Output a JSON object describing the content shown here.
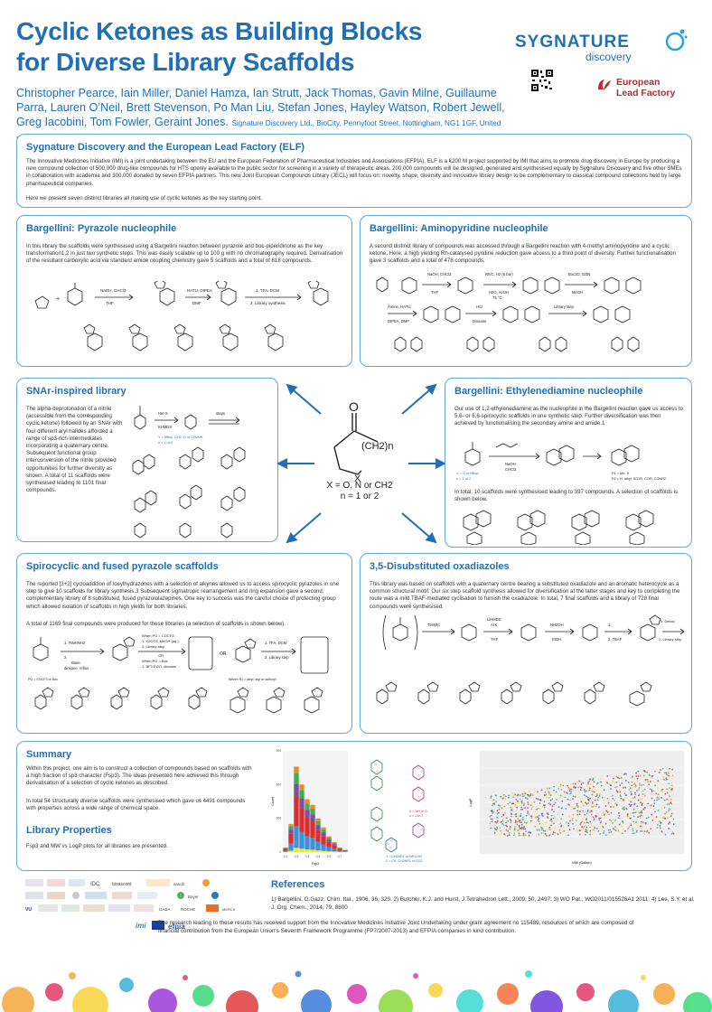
{
  "header": {
    "title_line1": "Cyclic Ketones as Building Blocks",
    "title_line2": "for Diverse Library Scaffolds",
    "authors": "Christopher Pearce, Iain Miller, Daniel Hamza, Ian Strutt, Jack Thomas, Gavin Milne, Guillaume Parra, Lauren O’Neil, Brett Stevenson, Po Man Liu, Stefan Jones, Hayley Watson, Robert Jewell, Greg Iacobini, Tom Fowler, Geraint Jones.",
    "affiliation": "Signature Discovery Ltd., BioCity, Pennyfoot Street, Nottingham, NG1 1GF, United Kingdom"
  },
  "logos": {
    "sygnature": "SYGNATURE",
    "sygnature_sub": "discovery",
    "elf_line1": "European",
    "elf_line2": "Lead Factory"
  },
  "intro": {
    "heading": "Sygnature Discovery and the European Lead Factory (ELF)",
    "p1": "The Innovative Medicines Initiative (IMI) is a joint undertaking between the EU and the European Federation of Pharmaceutical Industries and Associations (EFPIA). ELF is a €200 M project supported by IMI that aims to promote drug discovery in Europe by producing a new compound collection of 500,000 drug-like compounds for HTS openly available to the public sector for screening in a variety of therapeutic areas. 200,000 compounds will be designed, generated and synthesised equally by Sygnature Discovery and five other SMEs in collaboration with academia and 300,000 donated by seven EFPIA partners. This new Joint European Compounds Library (JECL) will focus on: novelty, shape, diversity and innovative library design to be complementary to classical compound collections held by large pharmaceutical companies.",
    "p2": "Here we present seven distinct libraries all making use of cyclic ketones as the key starting point."
  },
  "pyrazole": {
    "heading": "Bargellini: Pyrazole nucleophile",
    "text": "In this library the scaffolds were synthesised using a Bargellini reaction between pyrazole and boc-piperidinone as the key transformation1,2 in just two synthetic steps. This was easily scalable up to 100 g with no chromatography required. Derivatisation of the resultant carboxylic acid via standard amide coupling chemistry gave 5 scaffolds and a total of 618 compounds.",
    "r1": "NaOH, CHCl3",
    "r1b": "THF",
    "r2": "HATU, DIPEA",
    "r2b": "DMF",
    "r3": "1. TFA, DCM",
    "r3b": "2. Library synthesis"
  },
  "aminopyridine": {
    "heading": "Bargellini: Aminopyridine nucleophile",
    "text": "A second distinct library of compounds was accessed through a Bargellini reaction with 4-methyl aminopyridine and a cyclic ketone. Here, a high yielding Rh-catalysed pyridine reduction gave access to a third point of diversity. Further functionalisation gave 3 scaffolds and a total of 478 compounds.",
    "r1": "NaOH, CHCl3",
    "r1b": "THF",
    "r2": "Rh/C, H2 (5 bar)",
    "r2b": "H2O, AcOH",
    "r2c": "75 °C",
    "r3": "Boc2O, Et3N",
    "r3b": "MeOH",
    "r4": "Amine, HATU,",
    "r4b": "DIPEA, DMF",
    "r5": "HCl",
    "r5b": "Dioxane",
    "r6": "Library step"
  },
  "snar": {
    "heading": "SNAr-inspired library",
    "text": "The alpha-deprotonation of a nitrile (accessible from the corresponding cyclic ketone) followed by an SNAr with four different aryl halides afforded a range of sp3-rich intermediates incorporating a quaternary centre. Subsequent functional group interconversion of the nitrile provided opportunities for further diversity as shown. A total of 11 scaffolds were synthesised leading to 1101 final compounds.",
    "r1": "Het-X",
    "r1b": "KHMDS",
    "r2": "steps",
    "note1": "Y = NBoc, CH2, O or CH2NH",
    "note2": "n = 1 or 2"
  },
  "center": {
    "label_o": "O",
    "label_ch2": "(CH2)n",
    "label_x": "X",
    "line1": "X = O, N or CH2",
    "line2": "n = 1 or 2"
  },
  "ethylenediamine": {
    "heading": "Bargellini: Ethylenediamine nucleophile",
    "text": "Our use of 1,2-ethylenediamine as the nucleophile in the Bargellini reaction gave us access to 5,6- or 6,6-spirocyclic scaffolds in one synthetic step. Further diversification was then achieved by functionalising the secondary amine and amide.1",
    "text2": "In total, 10 scaffolds were synthesised leading to 397 compounds. A selection of scaffolds is shown below.",
    "r1": "NaOH",
    "r1b": "CHCl3",
    "note1": "X = O or NBoc",
    "note2": "n = 1 or 2",
    "note3": "R1 = Me, H",
    "note4": "R2 = H, alkyl, SO2R, COR, CONR2"
  },
  "spirocyclic": {
    "heading": "Spirocyclic and fused pyrazole scaffolds",
    "text": "The reported [3+2] cycloaddition of tosylhydrazones with a selection of alkynes allowed us to access spirocyclic pyrazoles in one step to give 10 scaffolds for library synthesis.3 Subsequent sigmatropic rearrangement and ring expansion gave a second, complementary library of 8 substituted, fused pyrazololazepines. One key to success was the careful choice of protecting group which allowed isolation of scaffolds in high yields for both libraries.",
    "text2": "A total of 1169 final compounds were produced for these libraries (a selection of scaffolds is shown below).",
    "r1": "1. TsNHNH2",
    "r1b": "2.",
    "r1c": "Base,",
    "r1d": "dioxane, reflux",
    "r2": "When PG = COCF3",
    "r2b": "1. K2CO3, MeOH (aq.)",
    "r2c": "2. Library step",
    "r2d": "OR",
    "r2e": "When PG = Boc",
    "r2f": "1. BF3.Et2O, dioxane",
    "r3": "1. TFA, DCM",
    "r3b": "2. Library step",
    "or": "OR",
    "note1": "PG = COCF3 or Boc",
    "note2": "Where R1 = alkyl, aryl or sulfonyl"
  },
  "oxadiazoles": {
    "heading": "3,5-Disubstituted oxadiazoles",
    "text": "This library was based on scaffolds with a quaternary centre bearing a substituted oxadiazole and an aromatic heterocycle as a common structural motif. Our six step scaffold synthesis allowed for diversification at the latter stages and key to completing the route was a mild TBAF-mediated cyclisation to furnish the oxadiazole. In total, 7 final scaffolds and a library of 728 final compounds were synthesised.",
    "r1": "TosMIC",
    "r2": "LiHMDS",
    "r2b": "ArX",
    "r2c": "THF",
    "r3": "NH2OH",
    "r3b": "EtOH",
    "r4": "1.",
    "r4b": "2. TBAF",
    "r5": "1. Deboc",
    "r5b": "2. Library step"
  },
  "summary": {
    "heading": "Summary",
    "text": "Within this project, one aim is to construct a collection of compounds based on scaffolds with a high fraction of sp3 character (Fsp3). The ideas presented here achieved this through derivatisation of a selection of cyclic ketones as described.",
    "text2": "In total 54 structurally diverse scaffolds were synthesised which gave us 4491 compounds with properties across a wide range of chemical space.",
    "heading2": "Library Properties",
    "text3": "Fsp3 and MW vs LogP plots for all libraries are presented.",
    "note1": "X = NH or O",
    "note2": "n = 1 or 2",
    "note3": "Y = CH2NR1 or NR1CH2",
    "note4": "Z = CH, CH2NR1 or CO2"
  },
  "chart_data": [
    {
      "type": "bar",
      "title": "",
      "xlabel": "Fsp3",
      "ylabel": "Count",
      "categories": [
        "0.2",
        "0.25",
        "0.3",
        "0.35",
        "0.4",
        "0.45",
        "0.5",
        "0.55",
        "0.6",
        "0.65",
        "0.7",
        "0.75"
      ],
      "values": [
        40,
        250,
        760,
        600,
        470,
        420,
        300,
        220,
        140,
        90,
        40,
        20
      ],
      "ylim": [
        0,
        900
      ],
      "stack_colors": [
        "#e8e83a",
        "#3f8fd9",
        "#d63030",
        "#7d4fa0",
        "#3fb04f",
        "#e98b2d"
      ]
    },
    {
      "type": "scatter",
      "title": "",
      "xlabel": "MW (Dalton)",
      "ylabel": "LogP",
      "series_colors": [
        "#d63030",
        "#3f8fd9",
        "#3fb04f",
        "#7d4fa0",
        "#e98b2d",
        "#e8e83a"
      ]
    }
  ],
  "references": {
    "heading": "References",
    "text": "1) Bargellini, G.Gazz. Chim. Ital., 1906, 36, 329. 2) Butcher, K.J. and Hurst, J.Tetrahedron Lett., 2009, 50, 2497. 3) WO Pat., WO2011/015526A1 2011. 4) Lee, S.Y. et al. J. Org. Chem., 2014, 79, 8800"
  },
  "acknowledgement": {
    "text": "The research leading to these results has received support from the Innovative Medicines Initiative Joint Undertaking under grant agreement no 115489, resources of which are composed of financial contribution from the European Union's Seventh Framework Programme (FP7/2007-2013) and EFPIA companies in kind contribution."
  },
  "partner_logos": [
    "imi",
    "efpia",
    "IDC",
    "bioascent",
    "sanofi",
    "Bayer",
    "GABA",
    "ROCHE",
    "MERCK",
    "VU"
  ]
}
